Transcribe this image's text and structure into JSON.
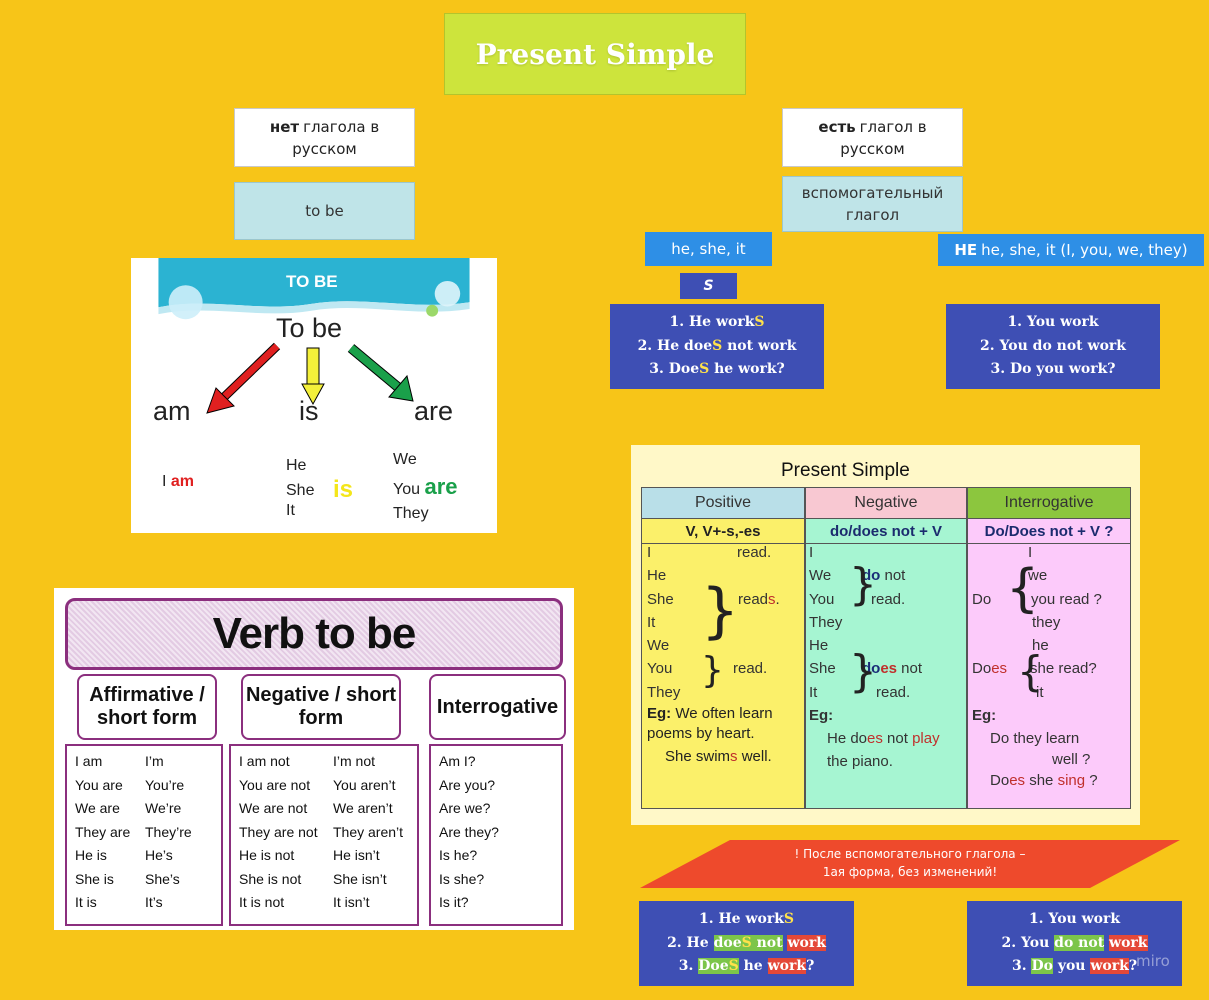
{
  "title": "Present Simple",
  "left_branch": {
    "note_bold": "нет",
    "note_text": "глагола  в русском",
    "tobe_label": "to be"
  },
  "right_branch": {
    "note_bold": "есть",
    "note_text": "глагол в русском",
    "aux_label": "вспомогательный глагол",
    "chip_he": "he, she, it",
    "chip_not_bold": "НЕ",
    "chip_not_text": "he, she, it (I, you, we, they)",
    "s_label": "S",
    "box_he": {
      "l1a": "1.  He work",
      "l1b": "S",
      "l2a": "2. He doe",
      "l2b": "S",
      "l2c": " not work",
      "l3a": "3. Doe",
      "l3b": "S",
      "l3c": " he work?"
    },
    "box_you": {
      "l1": "1.  You work",
      "l2": "2. You  do not work",
      "l3": "3. Do  you  work?"
    }
  },
  "tobe_card": {
    "banner": "TO BE",
    "center": "To be",
    "am": "am",
    "is": "is",
    "are": "are",
    "i": "I",
    "i_am": "am",
    "he": "He",
    "she": "She",
    "it": "It",
    "is_big": "is",
    "we": "We",
    "you": "You",
    "are_big": "are",
    "they": "They",
    "arrow_colors": {
      "left": "#e02020",
      "middle": "#f4f03a",
      "right": "#1aa04a"
    }
  },
  "verb_card": {
    "title": "Verb to be",
    "affirmative": "Affirmative / short form",
    "negative": "Negative / short form",
    "interrogative": "Interrogative",
    "aff_long": [
      "I am",
      "You are",
      "We are",
      "They are",
      "He is",
      "She is",
      "It is"
    ],
    "aff_short": [
      "I’m",
      "You’re",
      "We’re",
      "They’re",
      "He’s",
      "She’s",
      "It’s"
    ],
    "neg_long": [
      "I am not",
      "You are not",
      "We are not",
      "They are not",
      "He is not",
      "She is not",
      "It is not"
    ],
    "neg_short": [
      "I’m not",
      "You aren’t",
      "We aren’t",
      "They aren’t",
      "He isn’t",
      "She isn’t",
      "It isn’t"
    ],
    "interr": [
      "Am I?",
      "Are you?",
      "Are we?",
      "Are they?",
      "Is he?",
      "Is she?",
      "Is it?"
    ]
  },
  "ps_table": {
    "title": "Present Simple",
    "positive": "Positive",
    "negative": "Negative",
    "interrogative": "Interrogative",
    "pos_formula": "V,   V+-s,-es",
    "neg_formula": "do/does not + V",
    "int_formula": "Do/Does not + V ?",
    "pos": {
      "i": "I",
      "read": "read.",
      "he": "He",
      "she": "She",
      "reads_a": "read",
      "reads_b": "s",
      "it": "It",
      "we": "We",
      "you": "You",
      "read2": "read.",
      "they": "They",
      "eg": "Eg:",
      "eg1": " We often learn",
      "eg2": "poems by heart.",
      "eg3a": "She swim",
      "eg3b": "s",
      "eg3c": " well."
    },
    "neg": {
      "i": "I",
      "we": "We",
      "do": "do",
      "not1": " not",
      "you": "You",
      "read": "read.",
      "they": "They",
      "he": "He",
      "she": "She",
      "does_a": "do",
      "does_b": "es",
      "not2": " not",
      "it": "It",
      "read2": "read.",
      "eg": "Eg:",
      "eg1a": "He do",
      "eg1b": "es",
      "eg1c": " not ",
      "eg1d": "play",
      "eg2": "the piano."
    },
    "int": {
      "i": "I",
      "do": "Do",
      "we": "we",
      "you_read": "you read ?",
      "they": "they",
      "he": "he",
      "does_a": "Do",
      "does_b": "es",
      "she_read": "she read?",
      "it": "it",
      "eg": "Eg:",
      "eg1": "Do they learn",
      "eg2": "well ?",
      "eg3a": "Do",
      "eg3b": "es",
      "eg3c": " she ",
      "eg3d": "sing",
      "eg3e": " ?"
    }
  },
  "warning": {
    "line1": "! После вспомогательного глагола –",
    "line2": "1ая форма, без изменений!"
  },
  "bottom_he": {
    "l1a": "1.  He work",
    "l1b": "S",
    "l2a": "2. He ",
    "l2b": "doe",
    "l2c": "S",
    "l2d": " not",
    "l2e": " ",
    "l2f": "work",
    "l3a": "3. ",
    "l3b": "Doe",
    "l3c": "S",
    "l3d": " he ",
    "l3e": "work",
    "l3f": "?"
  },
  "bottom_you": {
    "l1": "1.  You work",
    "l2a": "2. You ",
    "l2b": "do",
    "l2c": " not",
    "l2d": " ",
    "l2e": "work",
    "l3a": "3. ",
    "l3b": "Do",
    "l3c": " you ",
    "l3d": "work",
    "l3e": "?"
  },
  "watermark": "miro"
}
